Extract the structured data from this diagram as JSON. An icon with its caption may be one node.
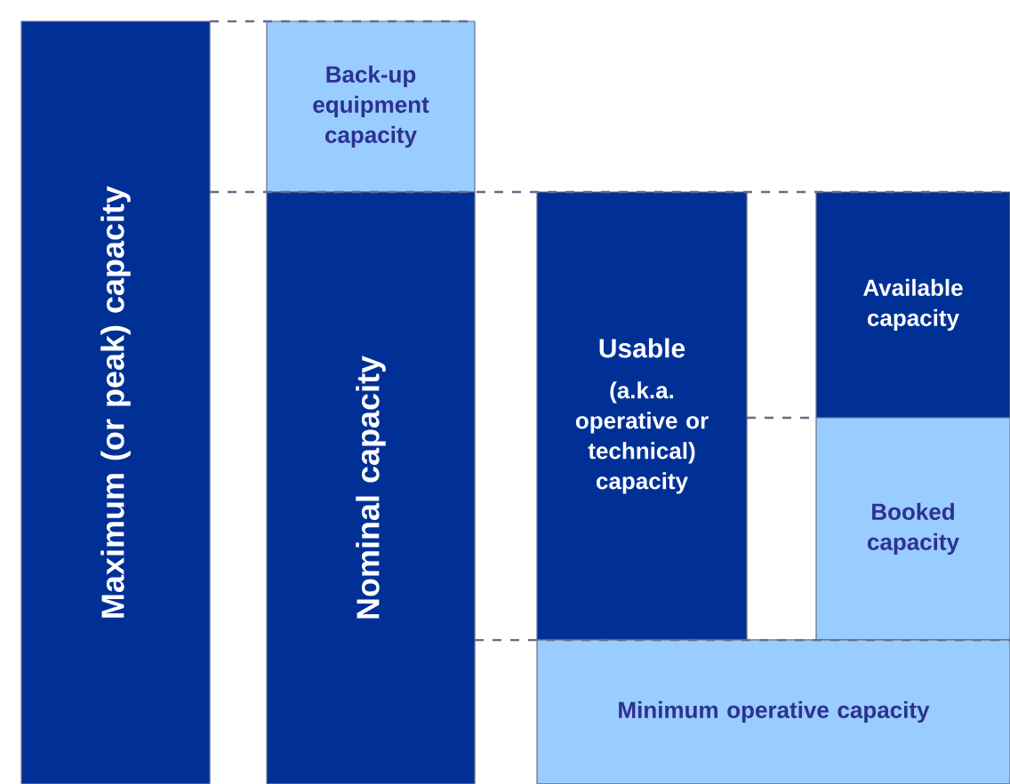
{
  "diagram": {
    "nodes": [
      {
        "text": [
          "Maximum (or peak) capacity"
        ]
      },
      {
        "text": [
          "Back-up equipment capacity"
        ]
      },
      {
        "text": [
          "Nominal capacity"
        ]
      },
      {
        "text": [
          "Usable",
          "(a.k.a. operative or technical) capacity"
        ]
      },
      {
        "text": [
          "Available capacity"
        ]
      },
      {
        "text": [
          "Booked capacity"
        ]
      },
      {
        "text": [
          "Minimum operative capacity"
        ]
      }
    ]
  }
}
